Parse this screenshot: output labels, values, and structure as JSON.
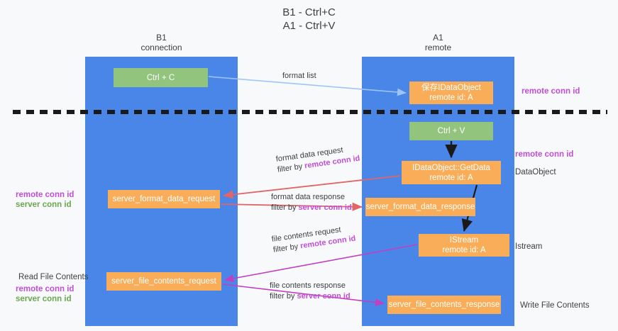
{
  "title": {
    "line1": "B1 - Ctrl+C",
    "line2": "A1 - Ctrl+V"
  },
  "lanes": [
    {
      "id": "b1",
      "name": "B1",
      "role": "connection"
    },
    {
      "id": "a1",
      "name": "A1",
      "role": "remote"
    }
  ],
  "nodes": {
    "ctrl_c": {
      "line1": "Ctrl + C",
      "line2": "",
      "color": "#93c47d"
    },
    "save_idataobject": {
      "line1": "保存IDataObject",
      "line2": "remote id: A",
      "color": "#f9ad58"
    },
    "ctrl_v": {
      "line1": "Ctrl + V",
      "line2": "",
      "color": "#93c47d"
    },
    "getdata": {
      "line1": "IDataObject::GetData",
      "line2": "remote id: A",
      "color": "#f9ad58"
    },
    "server_format_data_request": {
      "line1": "server_format_data_request",
      "line2": "",
      "color": "#f9ad58"
    },
    "server_format_data_response": {
      "line1": "server_format_data_response",
      "line2": "",
      "color": "#f9ad58"
    },
    "istream": {
      "line1": "IStream",
      "line2": "remote id: A",
      "color": "#f9ad58"
    },
    "server_file_contents_request": {
      "line1": "server_file_contents_request",
      "line2": "",
      "color": "#f9ad58"
    },
    "server_file_contents_response": {
      "line1": "server_file_contents_response",
      "line2": "",
      "color": "#f9ad58"
    }
  },
  "edge_labels": {
    "format_list": "format list",
    "format_data_request": {
      "line1": "format data request",
      "prefix": "filter by ",
      "key": "remote conn id"
    },
    "format_data_response": {
      "line1": "format data response",
      "prefix": "filter by ",
      "key": "server conn id"
    },
    "file_contents_request": {
      "line1": "file contents request",
      "prefix": "filter by ",
      "key": "remote conn id"
    },
    "file_contents_response": {
      "line1": "file contents response",
      "prefix": "filter by ",
      "key": "server conn id"
    }
  },
  "annotations": {
    "remote_conn_id_top": "remote conn id",
    "remote_conn_id_mid": "remote conn id",
    "dataobject": "DataObject",
    "istream": "Istream",
    "write_file_contents": "Write File Contents",
    "read_file_contents": "Read File Contents",
    "left_remote_conn_id": "remote conn id",
    "left_server_conn_id": "server conn id",
    "left_remote_conn_id_2": "remote conn id",
    "left_server_conn_id_2": "server conn id"
  },
  "colors": {
    "lane_blue": "#4a86e8",
    "node_green": "#93c47d",
    "node_orange": "#f9ad58",
    "purple": "#bf4fd4",
    "green_text": "#6aa84f",
    "arrow_light_blue": "#9fc5f8",
    "arrow_red": "#e06666",
    "arrow_magenta": "#c23fc2",
    "arrow_black": "#1a1a1a",
    "background": "#f8f9fa"
  }
}
